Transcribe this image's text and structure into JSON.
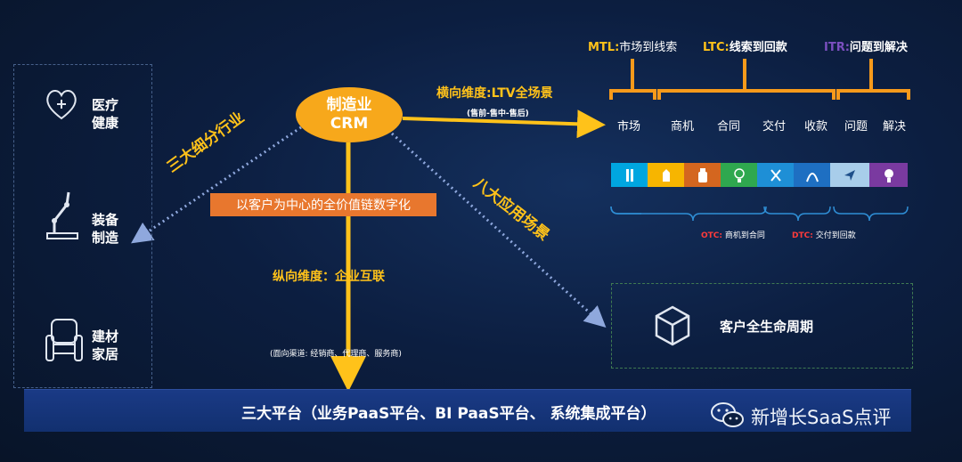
{
  "hub": {
    "line1": "制造业",
    "line2": "CRM"
  },
  "industries": [
    {
      "label1": "医疗",
      "label2": "健康",
      "icon": "heart-health-icon"
    },
    {
      "label1": "装备",
      "label2": "制造",
      "icon": "robot-arm-icon"
    },
    {
      "label1": "建材",
      "label2": "家居",
      "icon": "armchair-icon"
    }
  ],
  "horizontal": {
    "title": "横向维度:LTV全场景",
    "subtitle": "(售前-售中-售后)"
  },
  "left_arrow_label": "三大细分行业",
  "center_box": "以客户为中心的全价值链数字化",
  "vertical": {
    "title": "纵向维度：企业互联",
    "subtitle": "(面向渠道: 经销商、代理商、服务商)"
  },
  "right_arrow_label": "八大应用场景",
  "categories": [
    {
      "abbr": "MTL:",
      "desc": "市场到线索",
      "color": "#ffc21a"
    },
    {
      "abbr": "LTC:",
      "desc": "线索到回款",
      "color": "#ffc21a"
    },
    {
      "abbr": "ITR:",
      "desc": "问题到解决",
      "color": "#7b4fc0"
    }
  ],
  "stages": [
    "市场",
    "商机",
    "合同",
    "交付",
    "收款",
    "问题",
    "解决"
  ],
  "scenario_strip": [
    {
      "color": "#00a6e0",
      "icon": "tube-icon"
    },
    {
      "color": "#f7b500",
      "icon": "hand-icon"
    },
    {
      "color": "#d4661f",
      "icon": "bottle-icon"
    },
    {
      "color": "#2fa84f",
      "icon": "bulb-check-icon"
    },
    {
      "color": "#1e8fd6",
      "icon": "tools-icon"
    },
    {
      "color": "#1e6fc2",
      "icon": "arch-icon"
    },
    {
      "color": "#a8cdea",
      "icon": "send-icon"
    },
    {
      "color": "#7a3aa0",
      "icon": "lightbulb-icon"
    }
  ],
  "sub_labels": [
    {
      "abbr": "OTC:",
      "desc": "商机到合同"
    },
    {
      "abbr": "DTC:",
      "desc": "交付到回款"
    }
  ],
  "lifecycle": {
    "label": "客户全生命周期",
    "icon": "cube-icon"
  },
  "platform": "三大平台（业务PaaS平台、BI PaaS平台、 系统集成平台）",
  "watermark": {
    "text": "新增长SaaS点评",
    "icon": "wechat-icon"
  },
  "colors": {
    "accent": "#ffc21a",
    "hub": "#f7a81b",
    "box": "#e8772e",
    "bar": "#16347a"
  }
}
